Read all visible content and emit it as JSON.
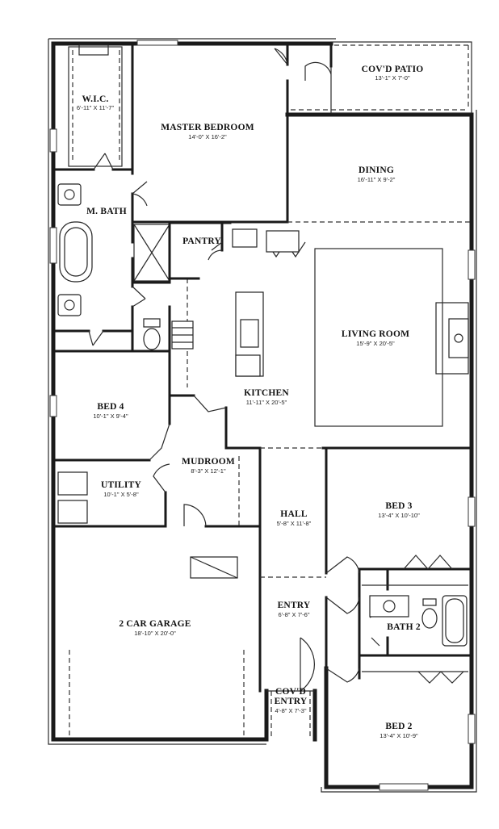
{
  "rooms": [
    {
      "name": "W.I.C.",
      "dims": "6'-11\" X 11'-7\""
    },
    {
      "name": "MASTER BEDROOM",
      "dims": "14'-0\" X 16'-2\""
    },
    {
      "name": "COV'D PATIO",
      "dims": "13'-1\" X 7'-0\""
    },
    {
      "name": "DINING",
      "dims": "16'-11\" X 9'-2\""
    },
    {
      "name": "M. BATH",
      "dims": ""
    },
    {
      "name": "PANTRY",
      "dims": ""
    },
    {
      "name": "LIVING ROOM",
      "dims": "15'-9\" X 20'-5\""
    },
    {
      "name": "KITCHEN",
      "dims": "11'-11\" X 20'-5\""
    },
    {
      "name": "BED 4",
      "dims": "10'-1\" X 9'-4\""
    },
    {
      "name": "MUDROOM",
      "dims": "8'-3\" X 12'-1\""
    },
    {
      "name": "UTILITY",
      "dims": "10'-1\" X 5'-8\""
    },
    {
      "name": "BED 3",
      "dims": "13'-4\" X 10'-10\""
    },
    {
      "name": "HALL",
      "dims": "5'-8\" X 11'-8\""
    },
    {
      "name": "ENTRY",
      "dims": "6'-8\" X 7'-6\""
    },
    {
      "name": "BATH 2",
      "dims": ""
    },
    {
      "name": "2 CAR GARAGE",
      "dims": "18'-10\" X 20'-0\""
    },
    {
      "name": "COV'D",
      "dims": ""
    },
    {
      "name": "ENTRY",
      "dims": "4'-8\" X 7'-3\""
    },
    {
      "name": "BED 2",
      "dims": "13'-4\" X 10'-9\""
    }
  ]
}
